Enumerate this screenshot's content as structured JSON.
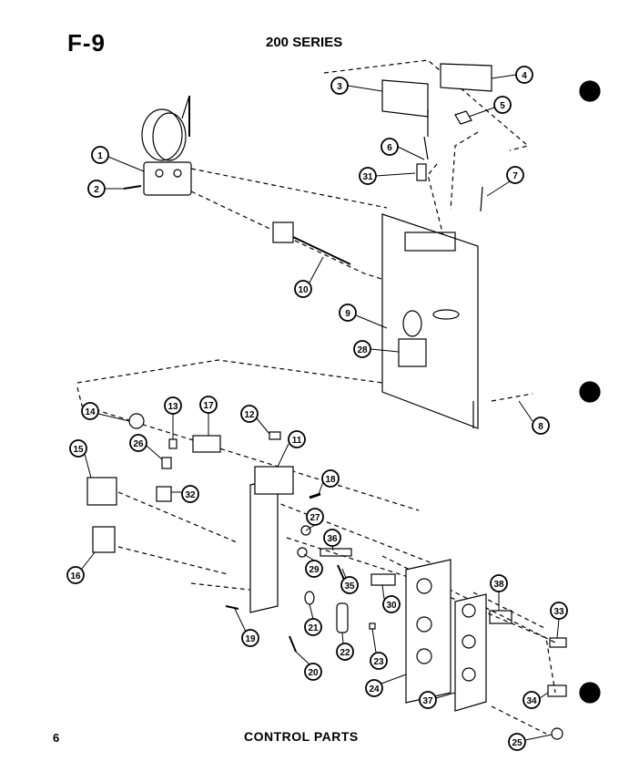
{
  "header": {
    "figure_id": "F-9",
    "series": "200 SERIES"
  },
  "footer": {
    "page_number": "6",
    "caption": "CONTROL PARTS"
  },
  "callouts": [
    "1",
    "2",
    "3",
    "4",
    "5",
    "6",
    "7",
    "8",
    "9",
    "10",
    "11",
    "12",
    "13",
    "14",
    "15",
    "16",
    "17",
    "18",
    "19",
    "20",
    "21",
    "22",
    "23",
    "24",
    "25",
    "26",
    "27",
    "28",
    "29",
    "30",
    "31",
    "32",
    "33",
    "34",
    "35",
    "36",
    "37",
    "38"
  ],
  "colors": {
    "ink": "#000000",
    "paper": "#ffffff"
  }
}
